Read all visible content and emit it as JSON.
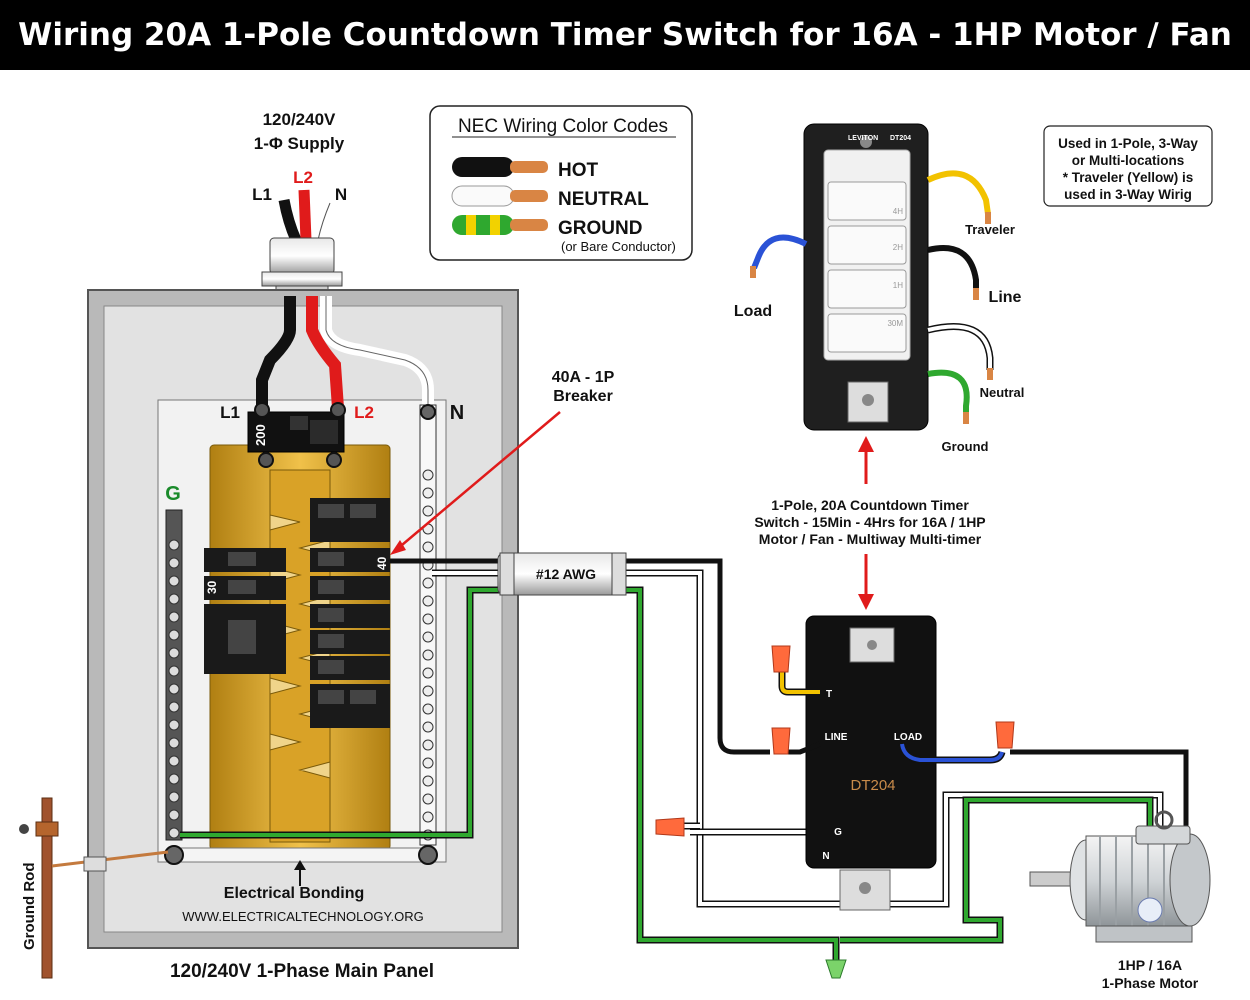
{
  "title": "Wiring 20A 1-Pole Countdown Timer Switch for 16A - 1HP Motor / Fan",
  "supply": {
    "line1": "120/240V",
    "line2": "1-Φ Supply",
    "l1": "L1",
    "l2": "L2",
    "n": "N"
  },
  "legend": {
    "title": "NEC Wiring  Color Codes",
    "hot": "HOT",
    "neutral": "NEUTRAL",
    "ground": "GROUND",
    "ground_note": "(or Bare Conductor)"
  },
  "panel": {
    "l1": "L1",
    "l2": "L2",
    "n": "N",
    "g": "G",
    "main_rating": "200",
    "breaker_30": "30",
    "breaker_40": "40",
    "bonding": "Electrical Bonding",
    "website": "WWW.ELECTRICALTECHNOLOGY.ORG",
    "caption": "120/240V 1-Phase Main Panel",
    "ground_rod": "Ground Rod"
  },
  "breaker_callout": {
    "line1": "40A - 1P",
    "line2": "Breaker"
  },
  "cable_label": "#12 AWG",
  "switch_front": {
    "buttons": [
      "4H",
      "2H",
      "1H",
      "30M"
    ],
    "brand": "LEVITON",
    "model": "DT204",
    "load": "Load",
    "traveler": "Traveler",
    "line": "Line",
    "neutral": "Neutral",
    "ground": "Ground"
  },
  "note": {
    "line1": "Used in 1-Pole, 3-Way",
    "line2": "or Multi-locations",
    "line3": "* Traveler (Yellow) is",
    "line4": "used in 3-Way Wirig"
  },
  "switch_desc": {
    "line1": "1-Pole, 20A Countdown Timer",
    "line2": "Switch - 15Min - 4Hrs for 16A / 1HP",
    "line3": "Motor / Fan - Multiway Multi-timer"
  },
  "switch_back": {
    "t": "T",
    "line": "LINE",
    "load": "LOAD",
    "model": "DT204",
    "g": "G",
    "n": "N"
  },
  "motor": {
    "line1": "1HP / 16A",
    "line2": "1-Phase Motor"
  },
  "colors": {
    "hot": "#111111",
    "l2": "#e01b1b",
    "neutral": "#ffffff",
    "ground": "#2fa82f",
    "traveler": "#f2c200",
    "load": "#2a52d6",
    "bus": "#d9a227"
  }
}
